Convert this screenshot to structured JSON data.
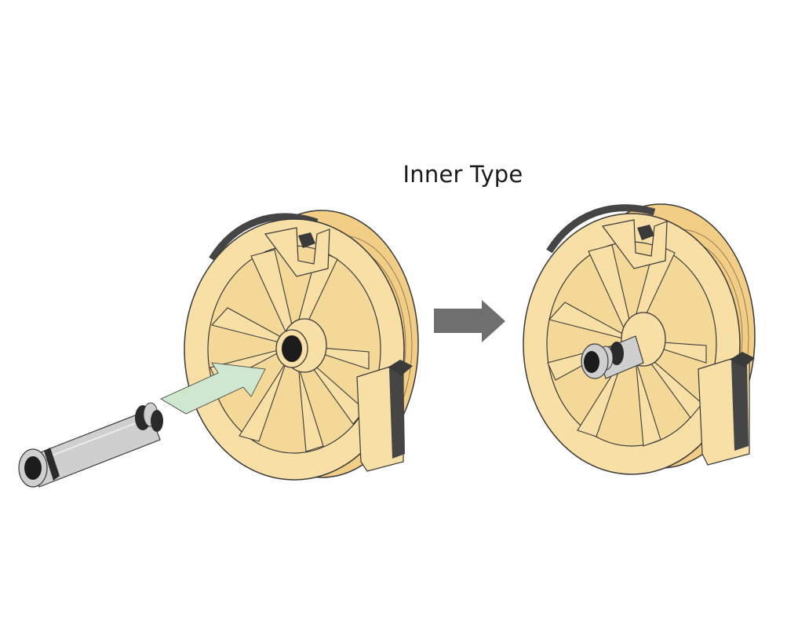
{
  "diagram": {
    "title": "Inner Type",
    "colors": {
      "body": "#f7dfa6",
      "bodyDark": "#f2cd86",
      "outline": "#3a3a3a",
      "gasket": "#454545",
      "insertArrow": "#cfe6cf",
      "processArrow": "#6f6f6f",
      "tube": "#cfcfcf",
      "tubeDark": "#a8a8a8"
    },
    "panels": [
      {
        "id": "before",
        "state": "tube-separate"
      },
      {
        "id": "after",
        "state": "tube-inserted"
      }
    ]
  }
}
